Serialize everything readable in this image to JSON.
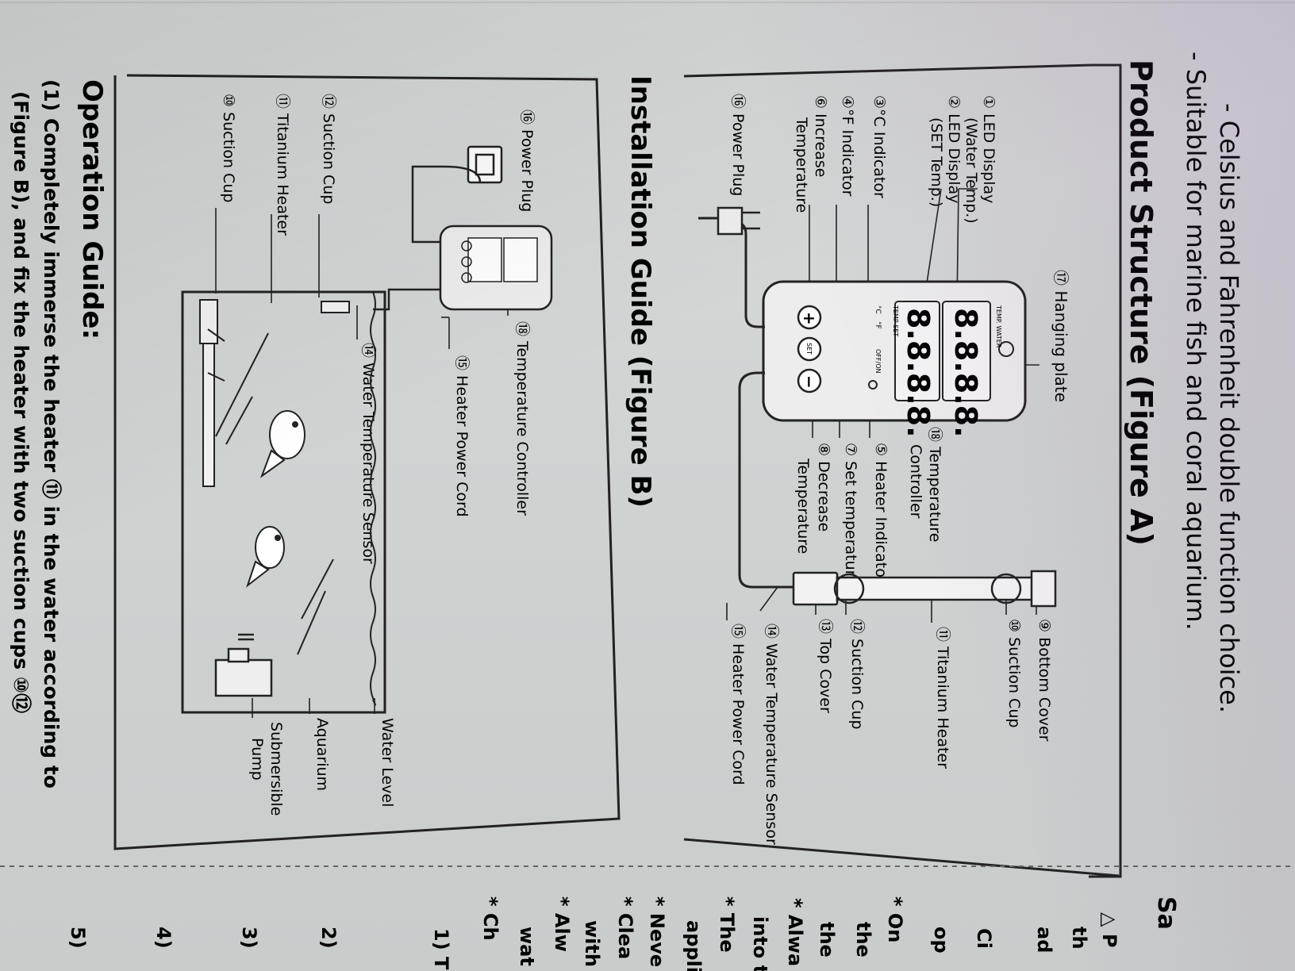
{
  "intro": {
    "line1": "- Celsius and Fahrenheit double function choice.",
    "line2": "- Suitable for marine fish and coral aquarium."
  },
  "figure_a": {
    "title": "Product Structure (Figure A)",
    "labels": {
      "hanging_plate": "⑰ Hanging plate",
      "led_display_1": "① LED Display",
      "led_display_1_sub": "(Water Temp.)",
      "led_display_2": "② LED Display",
      "led_display_2_sub": "(SET Temp.)",
      "c_indicator": "③°C Indicator",
      "f_indicator": "④°F Indicator",
      "increase": "⑥ Increase",
      "increase_sub": "Temperature",
      "power_plug": "⑯ Power Plug",
      "temp_controller": "⑱ Temperature",
      "temp_controller_sub": "Controller",
      "heater_indicator": "⑤ Heater Indicator",
      "set_temperature": "⑦ Set temperature",
      "decrease": "⑧ Decrease",
      "decrease_sub": "Temperature",
      "bottom_cover": "⑨ Bottom Cover",
      "suction_cup_10": "⑩ Suction Cup",
      "titanium_heater": "⑪ Titanium Heater",
      "suction_cup_12": "⑫ Suction Cup",
      "top_cover": "⑬ Top Cover",
      "water_temp_sensor": "⑭ Water Temperature Sensor",
      "heater_power_cord": "⑮ Heater Power Cord"
    },
    "device": {
      "display_top": "8.8.8.8.",
      "display_bottom": "8.8.8.8.",
      "label_top": "TEMP. WATER",
      "label_bottom": "TEMP SET",
      "unit_c": "°C",
      "unit_f": "°F",
      "on_off": "OFF/ON",
      "btn_plus": "+",
      "btn_set": "SET",
      "btn_minus": "−"
    }
  },
  "figure_b": {
    "title": "Installation Guide (Figure B)",
    "labels": {
      "power_plug": "⑯ Power Plug",
      "temp_controller": "⑱ Temperature Controller",
      "heater_power_cord": "⑮ Heater Power Cord",
      "water_temp_sensor": "⑭ Water Temperature Sensor",
      "suction_cup_12": "⑫ Suction Cup",
      "titanium_heater": "⑪ Titanium Heater",
      "suction_cup_10": "⑩ Suction Cup",
      "water_level": "Water Level",
      "aquarium": "Aquarium",
      "pump": "Submersible",
      "pump_sub": "Pump"
    }
  },
  "operation": {
    "title": "Operation Guide:",
    "line1": "(1) Completely immerse the heater ⑪ in the water according to",
    "line2": "(Figure B), and fix the heater with two suction cups ⑩⑫"
  },
  "right_page": {
    "snippets": [
      "Sa",
      "△ P",
      "th",
      "ad",
      "Ci",
      "op",
      "* On",
      "the",
      "the",
      "* Alwa",
      "into t",
      "* The",
      "appli",
      "* Neve",
      "* Clea",
      "with",
      "* Alw",
      "wat",
      "* Ch",
      "1) T",
      "2)",
      "3)",
      "4)",
      "5)"
    ]
  }
}
